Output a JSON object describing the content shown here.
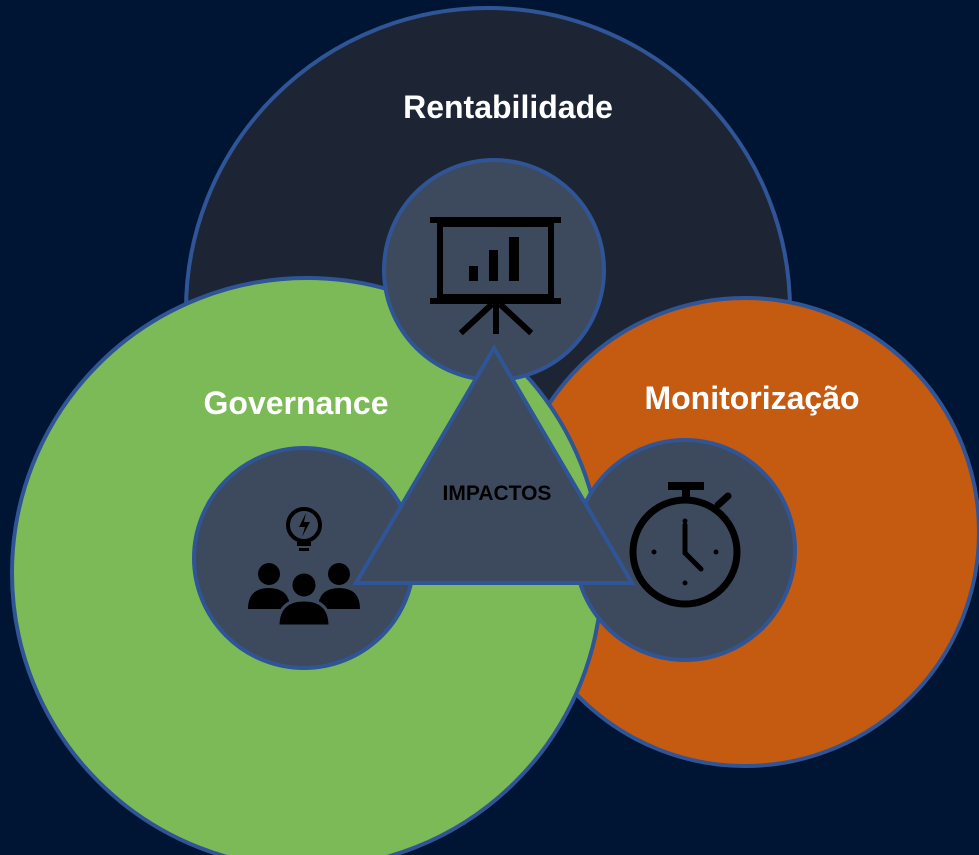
{
  "diagram": {
    "top_circle_label": "Rentabilidade",
    "left_circle_label": "Governance",
    "right_circle_label": "Monitorização",
    "center_label": "IMPACTOS"
  },
  "icons": {
    "top": "presentation-chart-icon",
    "left": "team-idea-icon",
    "right": "stopwatch-icon"
  },
  "colors": {
    "background": "#001433",
    "top_circle": "#1D2535",
    "left_circle": "#7CBA58",
    "right_circle": "#C55A11",
    "outline": "#2F5597",
    "inner_circle": "#3D4A5E",
    "icon": "#000000",
    "label_text": "#FFFFFF",
    "center_text": "#000000"
  }
}
